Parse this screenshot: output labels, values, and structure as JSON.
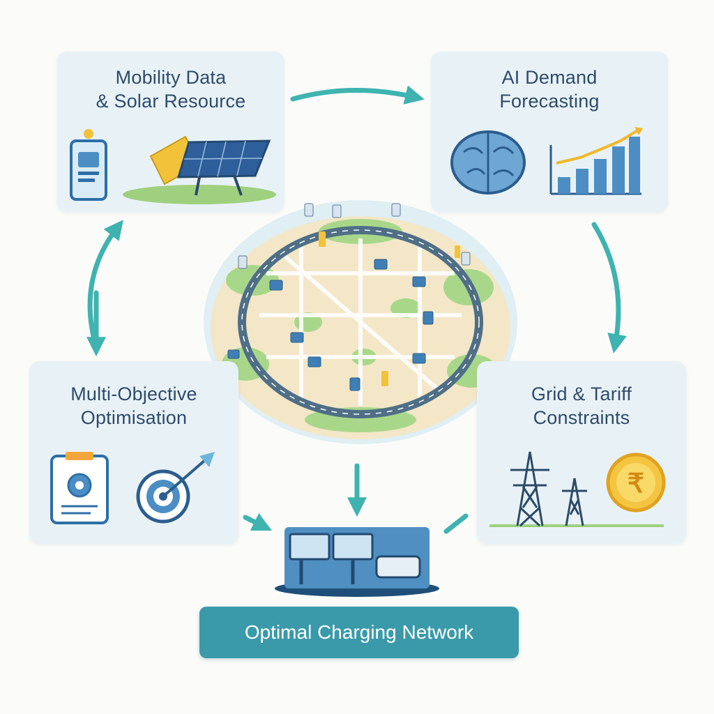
{
  "nodes": {
    "mobility": {
      "line1": "Mobility Data",
      "line2": "& Solar Resource"
    },
    "ai": {
      "line1": "AI Demand",
      "line2": "Forecasting"
    },
    "moo": {
      "line1": "Multi-Objective",
      "line2": "Optimisation"
    },
    "grid": {
      "line1": "Grid & Tariff",
      "line2": "Constraints",
      "currency_symbol": "₹"
    },
    "output": {
      "label": "Optimal Charging Network"
    }
  },
  "icons": [
    "smartphone-icon",
    "solar-panel-icon",
    "brain-icon",
    "bar-chart-icon",
    "checklist-gear-icon",
    "target-icon",
    "transmission-tower-icon",
    "rupee-coin-icon",
    "charging-station-icon",
    "city-map-icon"
  ],
  "colors": {
    "card_bg": "#e8f2f6",
    "title": "#2f4a6a",
    "arrow": "#3fb3b0",
    "output_bg": "#3a9aa9",
    "map_green": "#9fd07f",
    "map_road": "#4f6f86"
  }
}
